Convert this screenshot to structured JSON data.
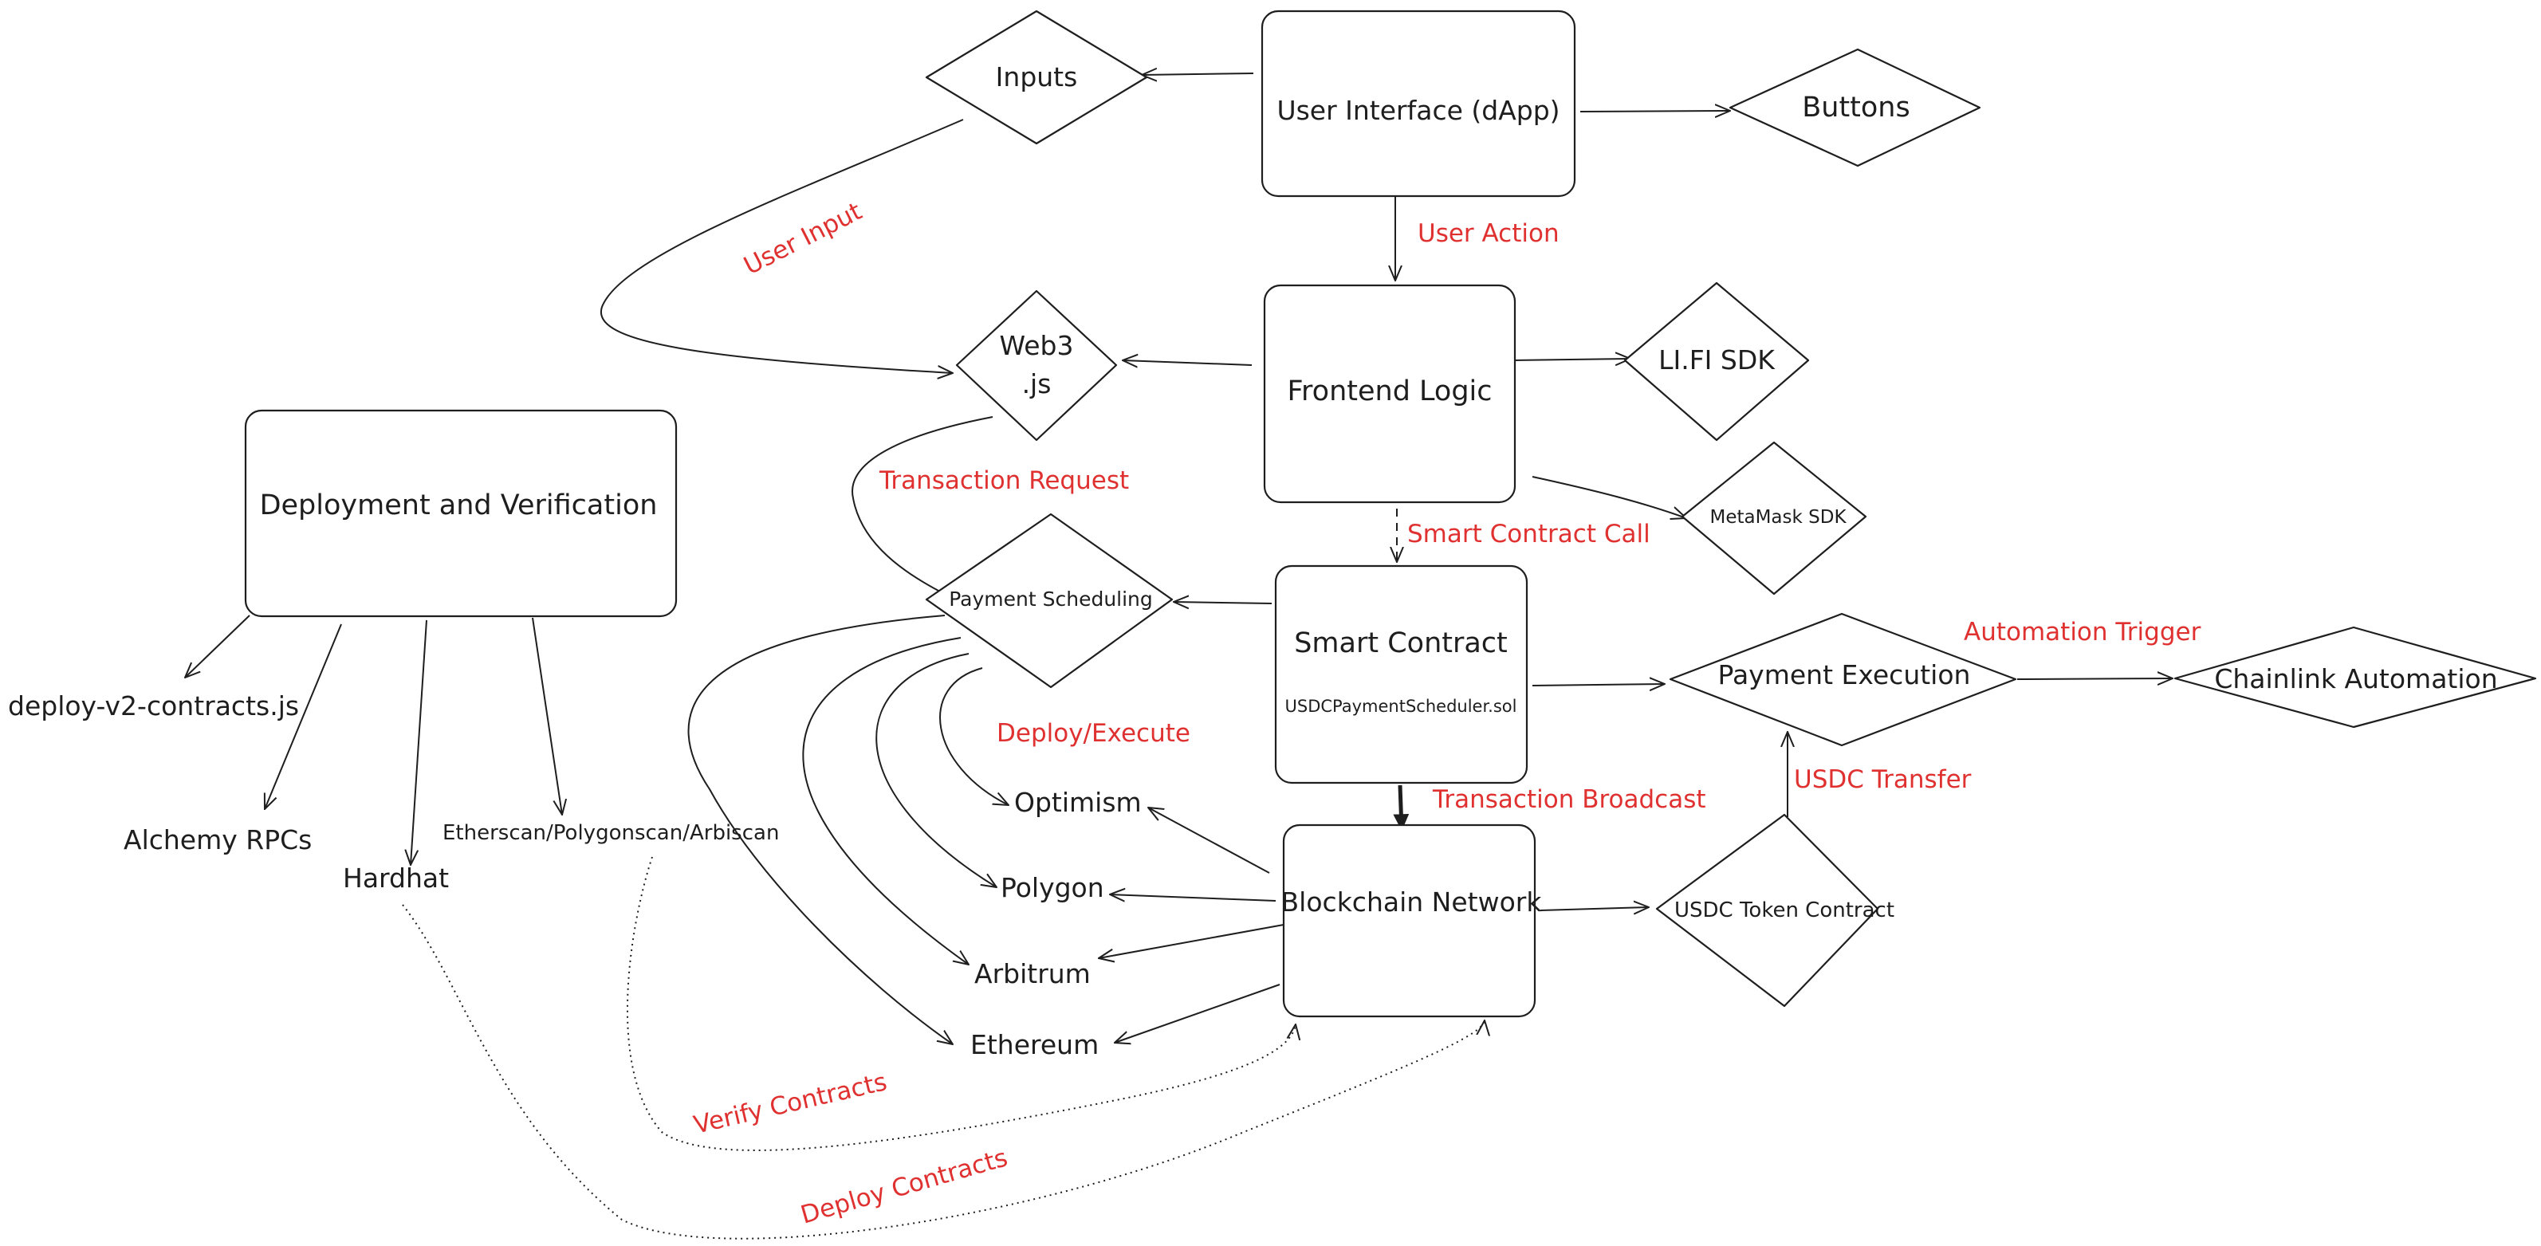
{
  "colors": {
    "stroke": "#1e1e1e",
    "edge_label": "#e03131",
    "background": "#ffffff"
  },
  "nodes": {
    "user_interface": "User Interface (dApp)",
    "inputs": "Inputs",
    "buttons": "Buttons",
    "frontend_logic": "Frontend Logic",
    "web3_line1": "Web3",
    "web3_line2": ".js",
    "lifi_sdk": "LI.FI SDK",
    "metamask_sdk": "MetaMask SDK",
    "smart_contract": "Smart Contract",
    "smart_contract_file": "USDCPaymentScheduler.sol",
    "payment_scheduling": "Payment Scheduling",
    "payment_execution": "Payment Execution",
    "chainlink_automation": "Chainlink Automation",
    "blockchain_network": "Blockchain Network",
    "usdc_token_contract": "USDC Token Contract",
    "deployment_verification": "Deployment and Verification",
    "deploy_script": "deploy-v2-contracts.js",
    "alchemy_rpcs": "Alchemy RPCs",
    "hardhat": "Hardhat",
    "explorers": "Etherscan/Polygonscan/Arbiscan",
    "optimism": "Optimism",
    "polygon": "Polygon",
    "arbitrum": "Arbitrum",
    "ethereum": "Ethereum"
  },
  "edge_labels": {
    "user_input": "User Input",
    "user_action": "User Action",
    "transaction_request": "Transaction Request",
    "smart_contract_call": "Smart Contract Call",
    "automation_trigger": "Automation Trigger",
    "deploy_execute": "Deploy/Execute",
    "transaction_broadcast": "Transaction Broadcast",
    "usdc_transfer": "USDC Transfer",
    "verify_contracts": "Verify Contracts",
    "deploy_contracts": "Deploy Contracts"
  }
}
